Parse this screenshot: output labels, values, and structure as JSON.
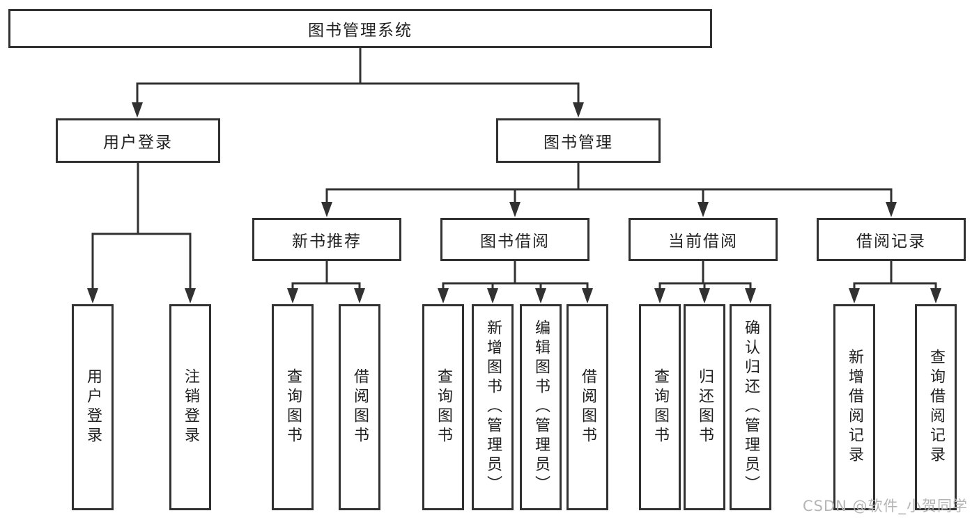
{
  "diagram": {
    "title": "图书管理系统",
    "type": "hierarchy-tree",
    "nodes": {
      "root": {
        "label": "图书管理系统",
        "level": 1
      },
      "user_login": {
        "label": "用户登录",
        "level": 2
      },
      "book_mgmt": {
        "label": "图书管理",
        "level": 2
      },
      "new_book_rec": {
        "label": "新书推荐",
        "level": 3
      },
      "book_borrow": {
        "label": "图书借阅",
        "level": 3
      },
      "current_borrow": {
        "label": "当前借阅",
        "level": 3
      },
      "borrow_record": {
        "label": "借阅记录",
        "level": 3
      },
      "leaf_login": {
        "label": "用户登录",
        "level": 4
      },
      "leaf_logout": {
        "label": "注销登录",
        "level": 4
      },
      "rec_query_book": {
        "label": "查询图书",
        "level": 4
      },
      "rec_borrow_book": {
        "label": "借阅图书",
        "level": 4
      },
      "bb_query_book": {
        "label": "查询图书",
        "level": 4
      },
      "bb_add_book": {
        "label": "新增图书（管理员）",
        "level": 4
      },
      "bb_edit_book": {
        "label": "编辑图书（管理员）",
        "level": 4
      },
      "bb_borrow_book": {
        "label": "借阅图书",
        "level": 4
      },
      "cb_query_book": {
        "label": "查询图书",
        "level": 4
      },
      "cb_return_book": {
        "label": "归还图书",
        "level": 4
      },
      "cb_confirm_return": {
        "label": "确认归还（管理员）",
        "level": 4
      },
      "br_add_record": {
        "label": "新增借阅记录",
        "level": 4
      },
      "br_query_record": {
        "label": "查询借阅记录",
        "level": 4
      }
    },
    "edges": [
      [
        "root",
        "user_login"
      ],
      [
        "root",
        "book_mgmt"
      ],
      [
        "user_login",
        "leaf_login"
      ],
      [
        "user_login",
        "leaf_logout"
      ],
      [
        "book_mgmt",
        "new_book_rec"
      ],
      [
        "book_mgmt",
        "book_borrow"
      ],
      [
        "book_mgmt",
        "current_borrow"
      ],
      [
        "book_mgmt",
        "borrow_record"
      ],
      [
        "new_book_rec",
        "rec_query_book"
      ],
      [
        "new_book_rec",
        "rec_borrow_book"
      ],
      [
        "book_borrow",
        "bb_query_book"
      ],
      [
        "book_borrow",
        "bb_add_book"
      ],
      [
        "book_borrow",
        "bb_edit_book"
      ],
      [
        "book_borrow",
        "bb_borrow_book"
      ],
      [
        "current_borrow",
        "cb_query_book"
      ],
      [
        "current_borrow",
        "cb_return_book"
      ],
      [
        "current_borrow",
        "cb_confirm_return"
      ],
      [
        "borrow_record",
        "br_add_record"
      ],
      [
        "borrow_record",
        "br_query_record"
      ]
    ],
    "colors": {
      "background": "#ffffff",
      "box_fill": "#ffffff",
      "box_border": "#313131",
      "line": "#313131",
      "text": "#212121",
      "watermark": "#b4b4b4"
    }
  },
  "watermark": {
    "text": "CSDN @软件_小贺同学"
  }
}
